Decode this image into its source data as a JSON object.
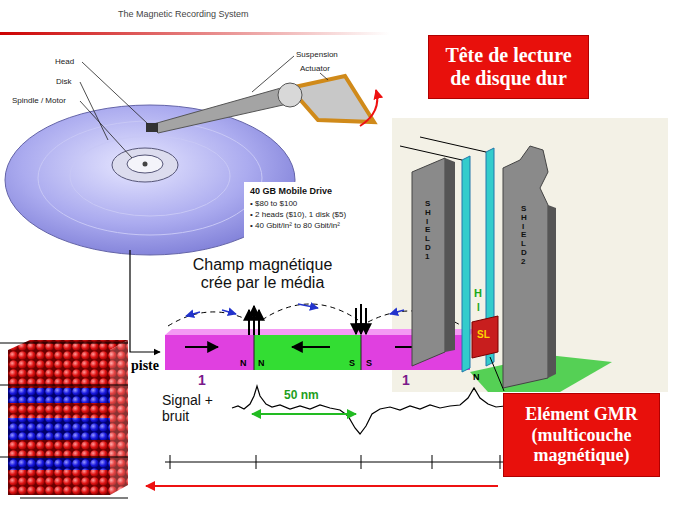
{
  "diagram": {
    "title": "The Magnetic Recording System",
    "nodes": [
      {
        "text": [
          "Tête de lecture de disque dur"
        ]
      },
      {
        "text": [
          "Elément GMR (multicouche magnétique)"
        ]
      }
    ],
    "labels": [
      "Head",
      "Disk",
      "Spindle / Motor",
      "Suspension",
      "Actuator",
      "40 GB Mobile Drive",
      "• $80 to $100",
      "• 2 heads ($10), 1 disk ($5)",
      "• 40 Gbit/in² to 80 Gbit/in²",
      "Champ magnétique crée par le média",
      "piste",
      "N",
      "N",
      "S",
      "S",
      "N",
      "1",
      "1",
      "50 nm",
      "Signal + bruit",
      "SHIELD 1",
      "SHIELD 2",
      "H",
      "I",
      "SL"
    ]
  }
}
